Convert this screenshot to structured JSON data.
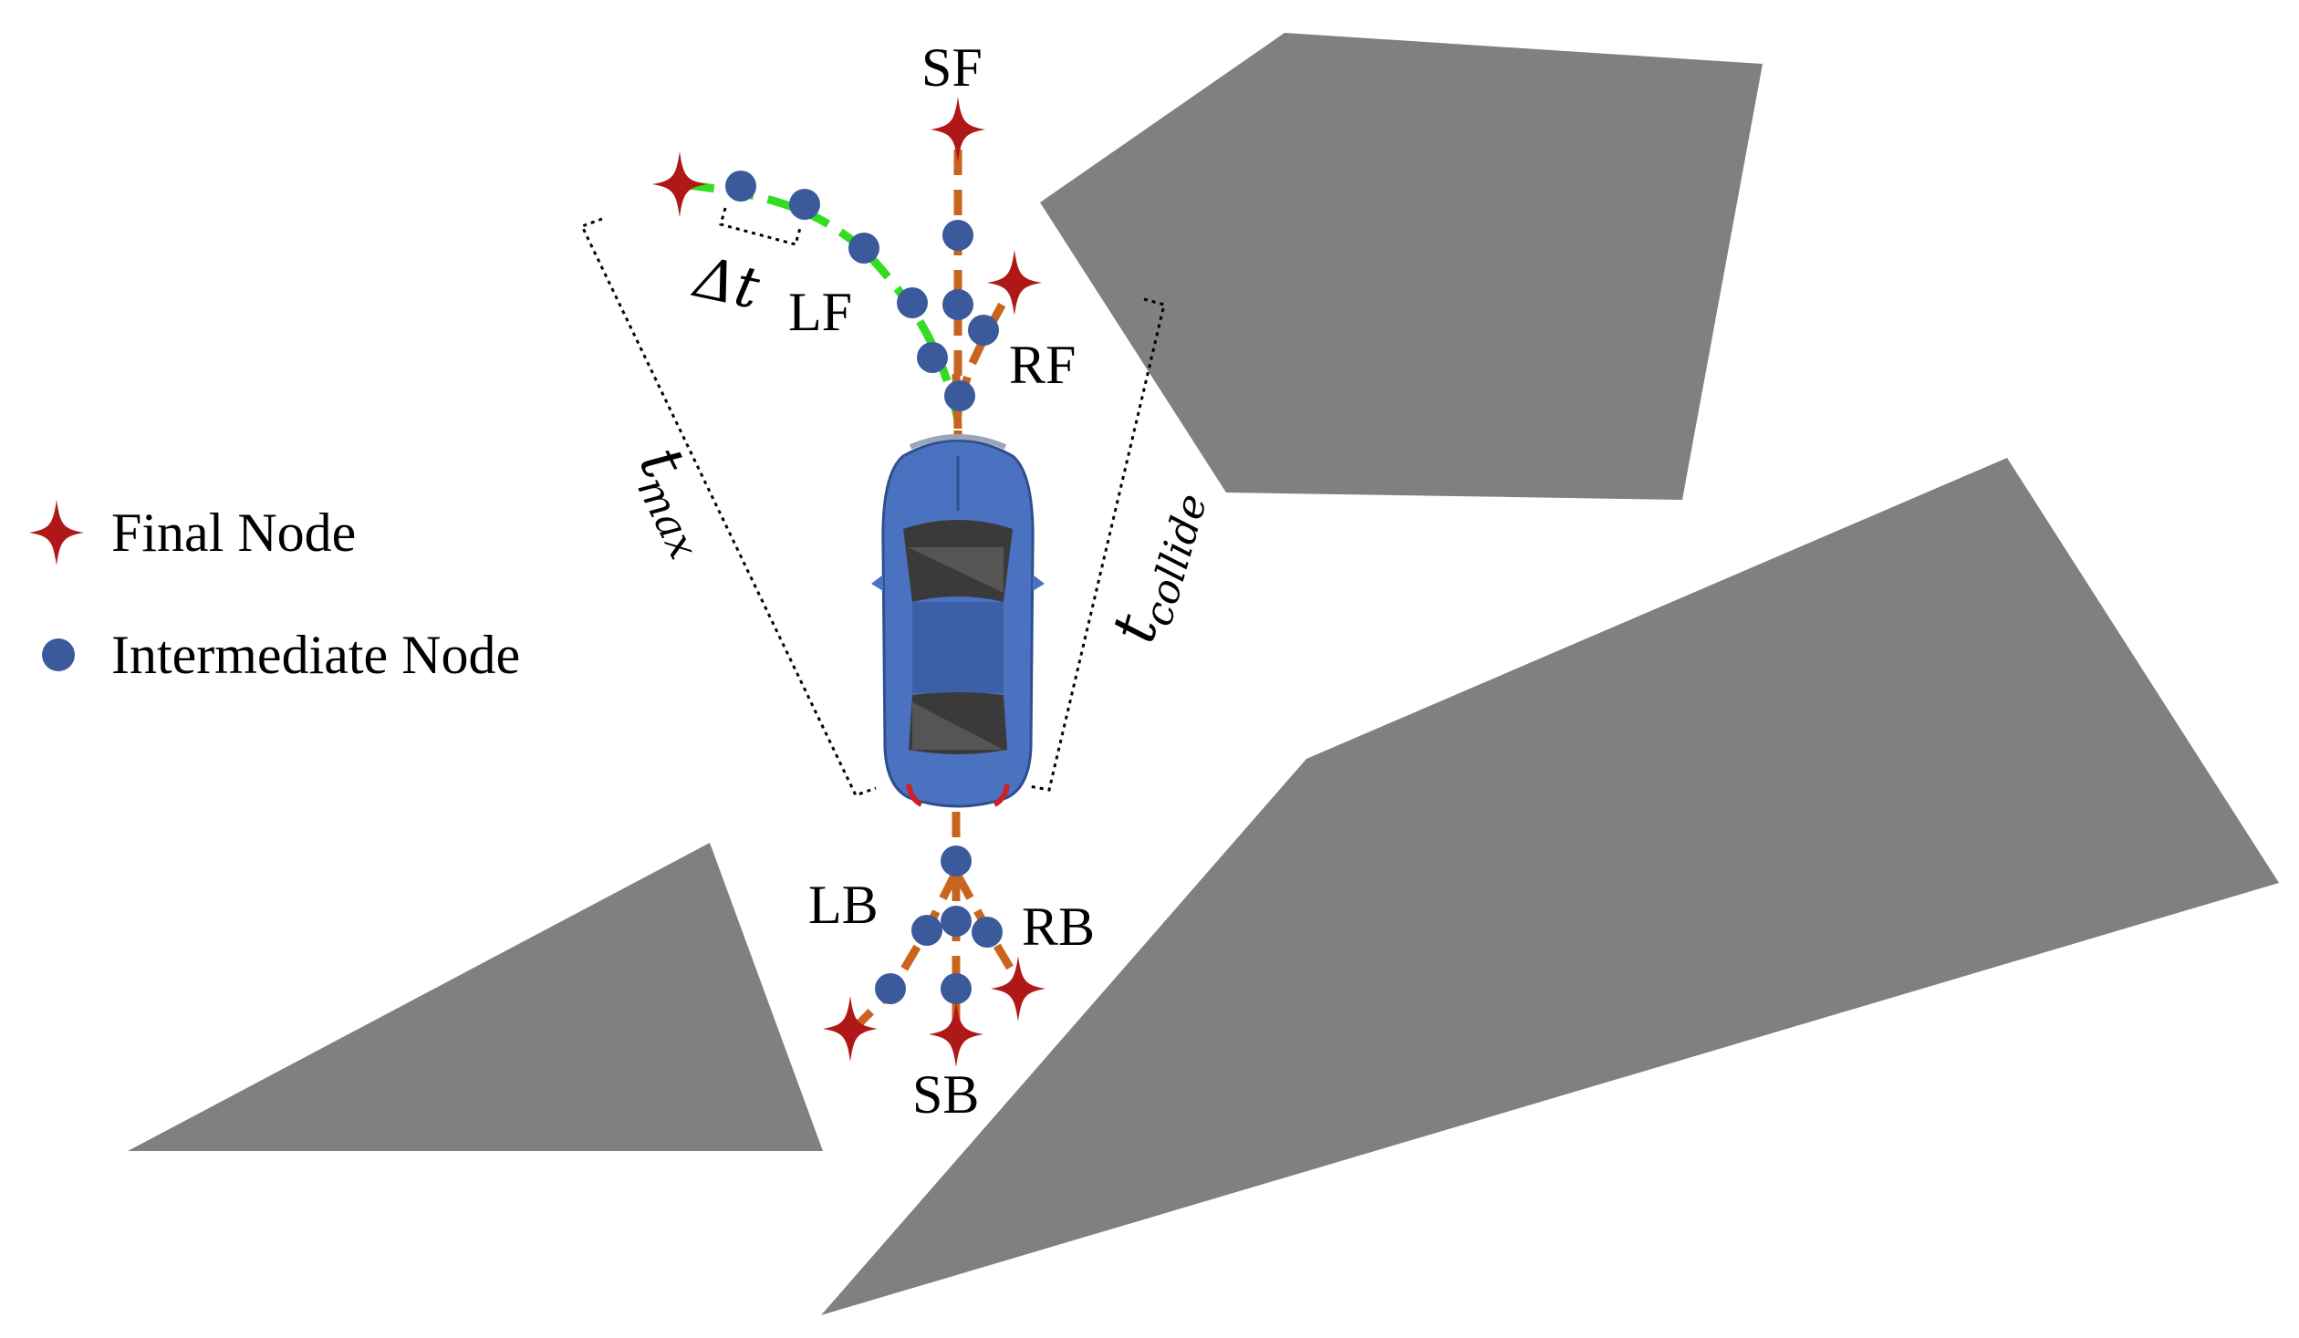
{
  "legend": {
    "final_node": "Final Node",
    "intermediate_node": "Intermediate Node"
  },
  "labels": {
    "sf": "SF",
    "lf": "LF",
    "rf": "RF",
    "lb": "LB",
    "rb": "RB",
    "sb": "SB"
  },
  "annotations": {
    "delta_t": "Δt",
    "t_max_base": "t",
    "t_max_sub": "max",
    "t_collide_base": "t",
    "t_collide_sub": "collide"
  },
  "colors": {
    "obstacle": "#808080",
    "final_node": "#b01818",
    "intermediate_node": "#3a5a9c",
    "path_orange": "#c8641e",
    "path_green": "#33dd22",
    "car_body": "#4a72c0",
    "car_glass": "#3a3a3a"
  },
  "icons": {
    "final_node": "red-four-point-star-icon",
    "intermediate_node": "blue-dot-icon",
    "vehicle": "car-top-view-icon"
  }
}
